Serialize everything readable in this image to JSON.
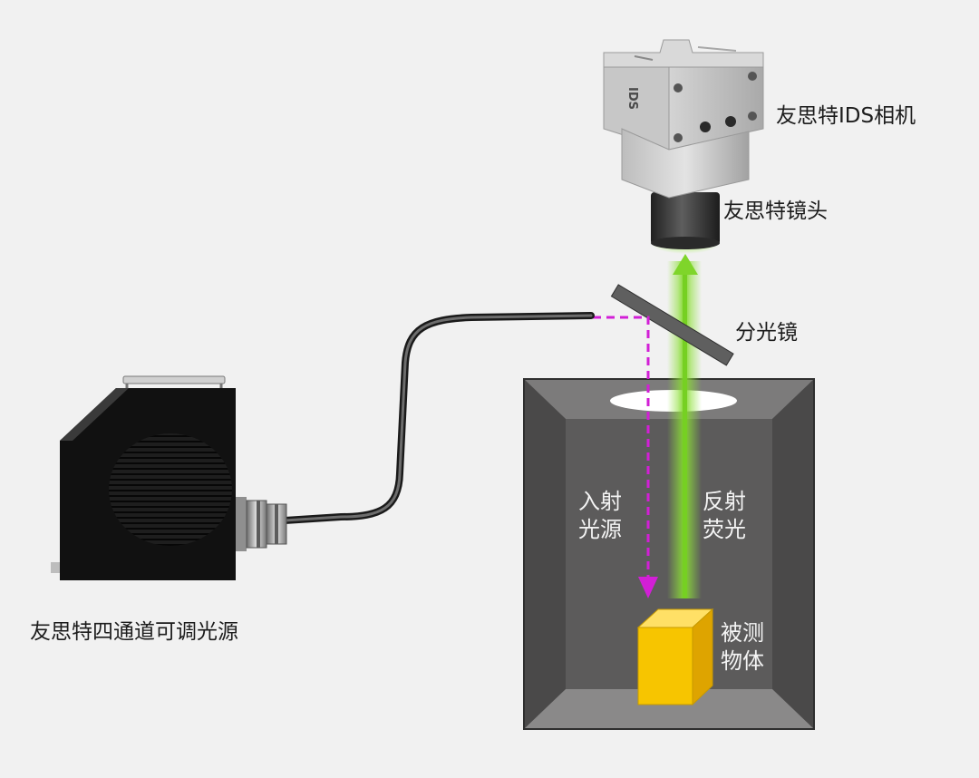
{
  "labels": {
    "camera": "友思特IDS相机",
    "lens": "友思特镜头",
    "beam_splitter": "分光镜",
    "light_source": "友思特四通道可调光源",
    "incident_light": "入射\n光源",
    "reflected_fluorescence": "反射\n荧光",
    "object": "被测\n物体"
  },
  "camera_brand_mark": "IDS",
  "colors": {
    "background": "#f1f1f1",
    "incident_path": "#d21fd6",
    "fluorescence_beam": "#7ddb2a",
    "object": "#f2c200",
    "chamber": "#5b5a5a"
  }
}
